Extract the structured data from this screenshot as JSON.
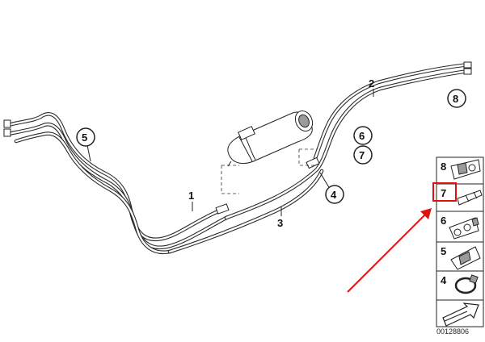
{
  "diagram": {
    "id_label": "00128806",
    "highlight_color": "#e01010",
    "arrow_color": "#e01010",
    "callouts": [
      {
        "key": "c1",
        "text": "1"
      },
      {
        "key": "c2",
        "text": "2"
      },
      {
        "key": "c3",
        "text": "3"
      },
      {
        "key": "c4",
        "text": "4"
      },
      {
        "key": "c5",
        "text": "5"
      },
      {
        "key": "c6",
        "text": "6"
      },
      {
        "key": "c7",
        "text": "7"
      },
      {
        "key": "c8",
        "text": "8"
      }
    ],
    "legend": [
      {
        "key": "l8",
        "text": "8"
      },
      {
        "key": "l7",
        "text": "7"
      },
      {
        "key": "l6",
        "text": "6"
      },
      {
        "key": "l5",
        "text": "5"
      },
      {
        "key": "l4",
        "text": "4"
      }
    ]
  }
}
